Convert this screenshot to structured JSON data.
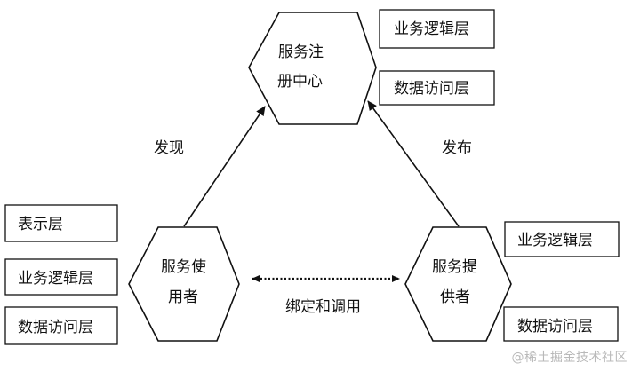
{
  "nodes": {
    "registry": {
      "line1": "服务注",
      "line2": "册中心"
    },
    "consumer": {
      "line1": "服务使",
      "line2": "用者"
    },
    "provider": {
      "line1": "服务提",
      "line2": "供者"
    }
  },
  "layers": {
    "registry": [
      "业务逻辑层",
      "数据访问层"
    ],
    "consumer": [
      "表示层",
      "业务逻辑层",
      "数据访问层"
    ],
    "provider": [
      "业务逻辑层",
      "数据访问层"
    ]
  },
  "edges": {
    "discover": "发现",
    "publish": "发布",
    "bind": "绑定和调用"
  },
  "watermark": "@稀土掘金技术社区"
}
